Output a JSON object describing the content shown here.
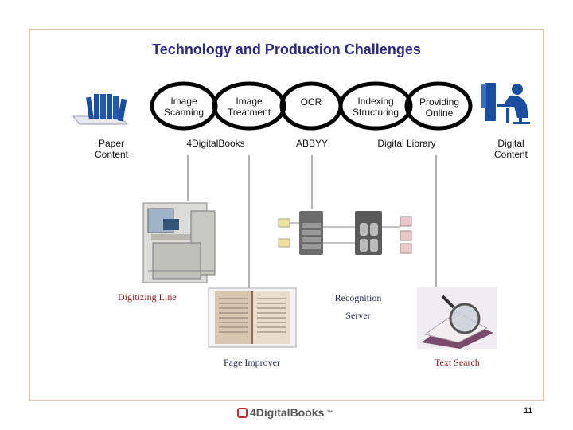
{
  "title": "Technology and Production Challenges",
  "stages": [
    {
      "label": "Image\nScanning"
    },
    {
      "label": "Image\nTreatment"
    },
    {
      "label": "OCR"
    },
    {
      "label": "Indexing\nStructuring"
    },
    {
      "label": "Providing\nOnline"
    }
  ],
  "labels": {
    "paper_content": "Paper\nContent",
    "digital_content": "Digital\nContent",
    "fourdigitalbooks": "4DigitalBooks",
    "abbyy": "ABBYY",
    "digital_library": "Digital Library",
    "digitizing_line": "Digitizing Line",
    "page_improver": "Page Improver",
    "recognition_server": "Recognition\nServer",
    "text_search": "Text Search"
  },
  "footer": {
    "brand": "4DigitalBooks",
    "trademark": "™",
    "page_number": "11"
  },
  "colors": {
    "title": "#2b2b7a",
    "ring": "#000000",
    "caption_red": "#8b1a1a",
    "caption_navy": "#1e2a55",
    "icon_blue": "#1a4fa0"
  }
}
